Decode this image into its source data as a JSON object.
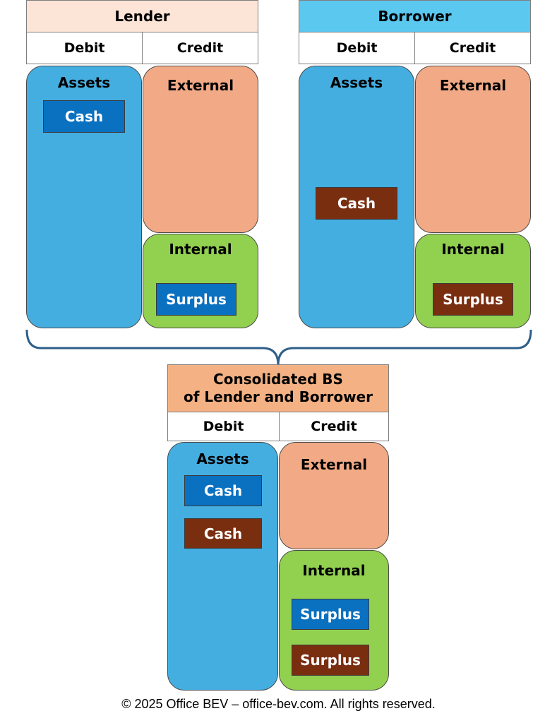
{
  "lender": {
    "title": "Lender",
    "debit_label": "Debit",
    "credit_label": "Credit",
    "assets_label": "Assets",
    "external_label": "External",
    "internal_label": "Internal",
    "cash_label": "Cash",
    "surplus_label": "Surplus"
  },
  "borrower": {
    "title": "Borrower",
    "debit_label": "Debit",
    "credit_label": "Credit",
    "assets_label": "Assets",
    "external_label": "External",
    "internal_label": "Internal",
    "cash_label": "Cash",
    "surplus_label": "Surplus"
  },
  "consolidated": {
    "title_line1": "Consolidated BS",
    "title_line2": "of Lender and Borrower",
    "debit_label": "Debit",
    "credit_label": "Credit",
    "assets_label": "Assets",
    "external_label": "External",
    "internal_label": "Internal",
    "cash_lender_label": "Cash",
    "cash_borrower_label": "Cash",
    "surplus_lender_label": "Surplus",
    "surplus_borrower_label": "Surplus"
  },
  "footer": {
    "copyright": "© 2025 Office BEV – office-bev.com. All rights reserved."
  },
  "colors": {
    "lender_header": "#fce4d6",
    "borrower_header": "#5bc8f0",
    "consolidated_header": "#f4b183",
    "assets": "#45aee0",
    "external": "#f2aa86",
    "internal": "#92d050",
    "lender_item": "#0a70c0",
    "borrower_item": "#7a2e10"
  }
}
